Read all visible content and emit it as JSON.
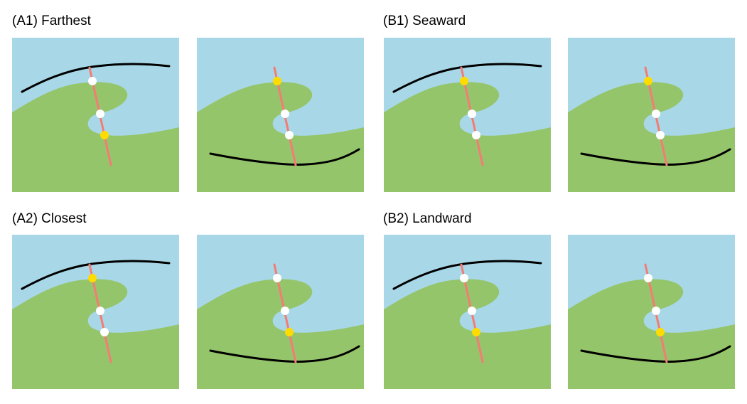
{
  "groups": [
    {
      "id": "A1",
      "label": "(A1) Farthest"
    },
    {
      "id": "A2",
      "label": "(A2) Closest"
    },
    {
      "id": "B1",
      "label": "(B1) Seaward"
    },
    {
      "id": "B2",
      "label": "(B2) Landward"
    }
  ],
  "colors": {
    "sea": "#a8d8e8",
    "land": "#95c56b",
    "transect": "#f47c74",
    "shoreline": "#000000",
    "point": "#ffffff",
    "selected_point": "#fedc00"
  },
  "panels": [
    {
      "group": "A1",
      "shoreline": "seaward",
      "selected_point": 3
    },
    {
      "group": "A1",
      "shoreline": "landward",
      "selected_point": 1
    },
    {
      "group": "B1",
      "shoreline": "seaward",
      "selected_point": 1
    },
    {
      "group": "B1",
      "shoreline": "landward",
      "selected_point": 1
    },
    {
      "group": "A2",
      "shoreline": "seaward",
      "selected_point": 1
    },
    {
      "group": "A2",
      "shoreline": "landward",
      "selected_point": 3
    },
    {
      "group": "B2",
      "shoreline": "seaward",
      "selected_point": 3
    },
    {
      "group": "B2",
      "shoreline": "landward",
      "selected_point": 3
    }
  ]
}
